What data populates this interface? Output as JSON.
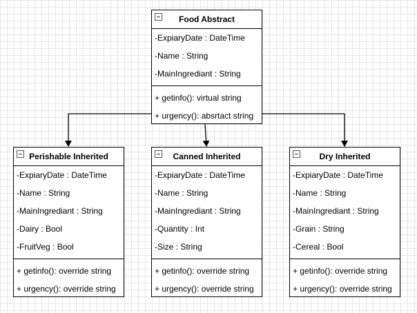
{
  "classes": {
    "food": {
      "title": "Food Abstract",
      "attrs": [
        "-ExpiaryDate : DateTime",
        "-Name : String",
        "-MainIngrediant : String"
      ],
      "methods": [
        "+ getinfo(): virtual string",
        "+ urgency(): absrtact string"
      ]
    },
    "perishable": {
      "title": "Perishable Inherited",
      "attrs": [
        "-ExpiaryDate : DateTime",
        "-Name : String",
        "-MainIngrediant : String",
        "-Dairy : Bool",
        "-FruitVeg : Bool"
      ],
      "methods": [
        "+ getinfo(): override string",
        "+ urgency(): override string"
      ]
    },
    "canned": {
      "title": "Canned Inherited",
      "attrs": [
        "-ExpiaryDate : DateTime",
        "-Name : String",
        "-MainIngrediant : String",
        "-Quantity : Int",
        "-Size : String"
      ],
      "methods": [
        "+ getinfo(): override string",
        "+ urgency(): override string"
      ]
    },
    "dry": {
      "title": "Dry Inherited",
      "attrs": [
        "-ExpiaryDate : DateTime",
        "-Name : String",
        "-MainIngrediant : String",
        "-Grain : String",
        "-Cereal : Bool"
      ],
      "methods": [
        "+ getinfo(): override string",
        "+ urgency(): override string"
      ]
    }
  }
}
